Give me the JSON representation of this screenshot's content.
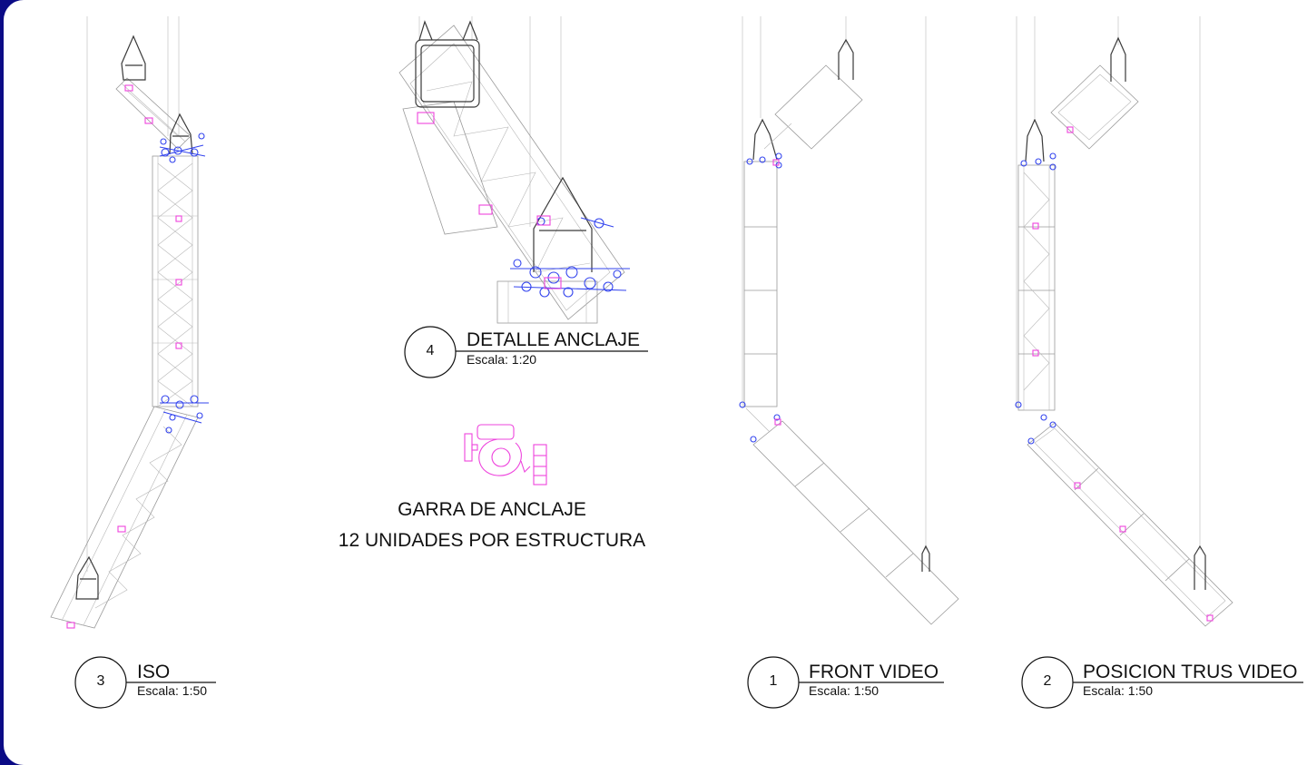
{
  "views": [
    {
      "id": "iso",
      "number": "3",
      "title": "ISO",
      "scale": "Escala: 1:50"
    },
    {
      "id": "detail",
      "number": "4",
      "title": "DETALLE ANCLAJE",
      "scale": "Escala: 1:20"
    },
    {
      "id": "front",
      "number": "1",
      "title": "FRONT VIDEO",
      "scale": "Escala: 1:50"
    },
    {
      "id": "position",
      "number": "2",
      "title": "POSICION TRUS VIDEO",
      "scale": "Escala: 1:50"
    }
  ],
  "clamp_note": {
    "line1": "GARRA DE ANCLAJE",
    "line2": "12 UNIDADES POR ESTRUCTURA"
  },
  "colors": {
    "border": "#0b0b86",
    "hardware_blue": "#3344ee",
    "hardware_magenta": "#ee44dd"
  }
}
